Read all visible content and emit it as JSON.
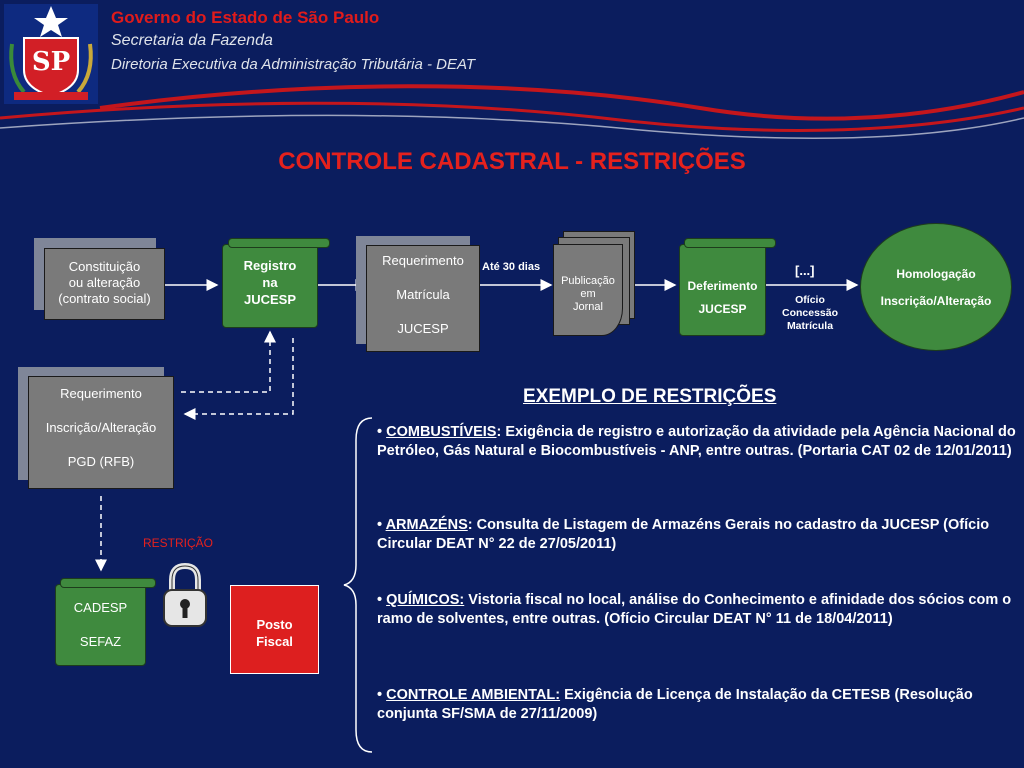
{
  "header": {
    "line1": "Governo do Estado de São Paulo",
    "line2": "Secretaria da Fazenda",
    "line3": "Diretoria Executiva da Administração Tributária - DEAT",
    "logo_text": "SP"
  },
  "title": "CONTROLE CADASTRAL - RESTRIÇÕES",
  "flow": {
    "constituicao": [
      "Constituição",
      "ou alteração",
      "(contrato social)"
    ],
    "registro": [
      "Registro",
      "na",
      "JUCESP"
    ],
    "requerimento_matricula": [
      "Requerimento",
      "Matrícula",
      "JUCESP"
    ],
    "ate_30_dias": "Até 30 dias",
    "publicacao": [
      "Publicação",
      "em",
      "Jornal"
    ],
    "deferimento": [
      "Deferimento",
      "JUCESP"
    ],
    "ellipsis": "[...]",
    "oficio": [
      "Ofício",
      "Concessão",
      "Matrícula"
    ],
    "homologacao": [
      "Homologação",
      "Inscrição/Alteração"
    ],
    "requerimento_inscricao": [
      "Requerimento",
      "Inscrição/Alteração",
      "PGD (RFB)"
    ],
    "cadesp": [
      "CADESP",
      "SEFAZ"
    ],
    "restricao": "RESTRIÇÃO",
    "posto": [
      "Posto",
      "Fiscal"
    ]
  },
  "examples": {
    "heading": "EXEMPLO DE RESTRIÇÕES",
    "items": [
      {
        "key": "COMBUSTÍVEIS",
        "text": ": Exigência de registro e autorização da atividade pela Agência Nacional do Petróleo, Gás Natural e Biocombustíveis - ANP, entre outras. (Portaria CAT 02 de 12/01/2011)"
      },
      {
        "key": "ARMAZÉNS",
        "text": ": Consulta de Listagem de Armazéns Gerais no cadastro da JUCESP (Ofício Circular DEAT N° 22 de 27/05/2011)"
      },
      {
        "key": "QUÍMICOS:",
        "text": " Vistoria fiscal no local, análise do Conhecimento e afinidade dos sócios com o ramo de solventes, entre outras. (Ofício Circular DEAT N° 11 de 18/04/2011)"
      },
      {
        "key": "CONTROLE AMBIENTAL:",
        "text": " Exigência de Licença de Instalação da CETESB (Resolução conjunta SF/SMA de 27/11/2009)"
      }
    ]
  },
  "colors": {
    "background": "#0b1d5e",
    "title_red": "#e5211d",
    "green": "#3f8a3e",
    "gray": "#7a7a7a",
    "posto_red": "#dd1f1f"
  }
}
